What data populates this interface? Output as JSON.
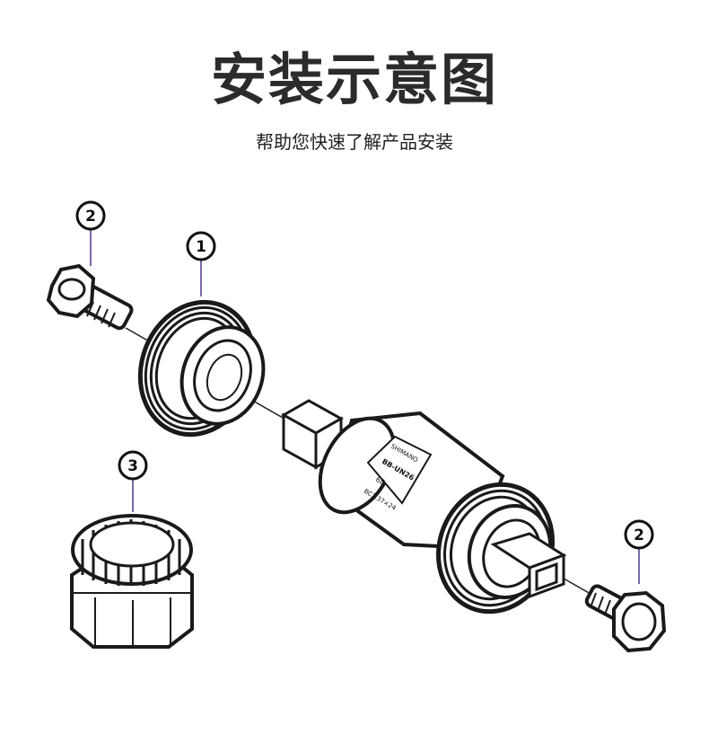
{
  "header": {
    "title": "安装示意图",
    "subtitle": "帮助您快速了解产品安装"
  },
  "callouts": [
    {
      "number": "1"
    },
    {
      "number": "2"
    },
    {
      "number": "2"
    },
    {
      "number": "3"
    }
  ],
  "spindle_label": {
    "line1": "SHIMANO",
    "line2": "BB-UN26",
    "line3": "68",
    "line4": "BC1.37×24"
  },
  "colors": {
    "ink": "#1a1a1a",
    "accent": "#7a6aa8"
  }
}
